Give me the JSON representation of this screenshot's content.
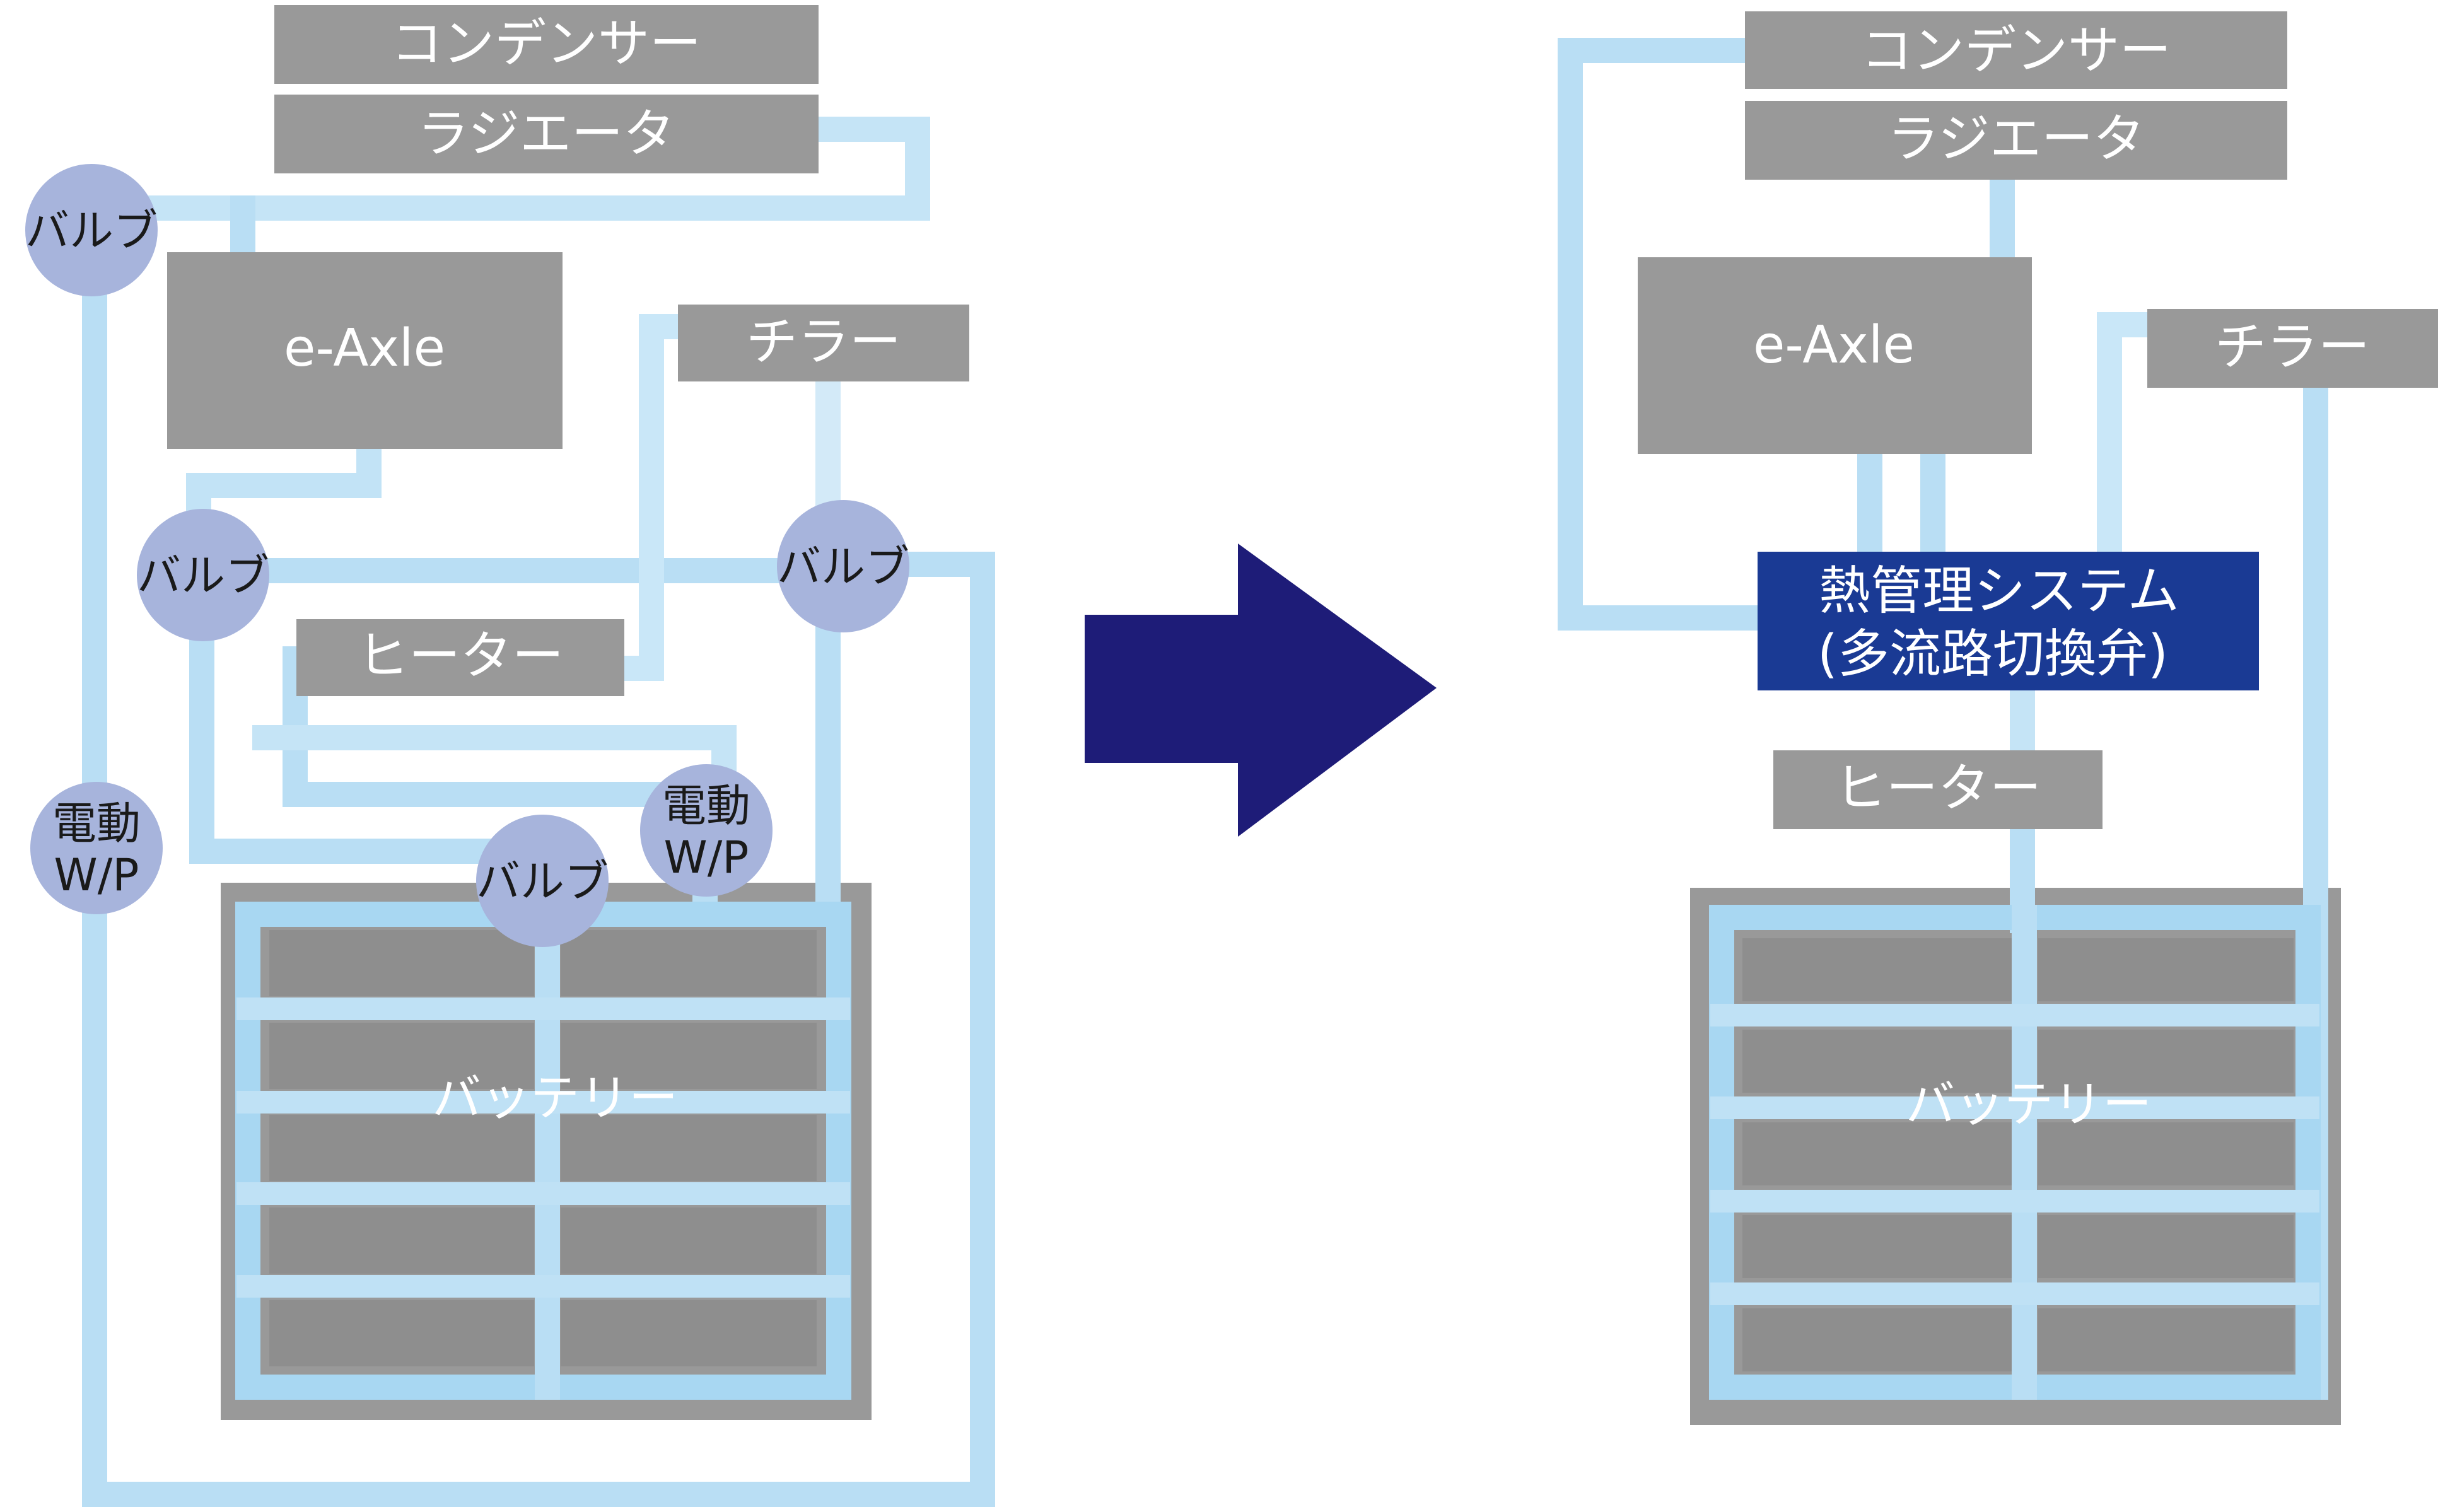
{
  "colors": {
    "pipe": "#b9def4",
    "pipe_accent": "#8fccef",
    "component": "#999999",
    "valve": "#a7b4dc",
    "arrow": "#1e1c78",
    "system_box": "#1a3a94",
    "battery_cell": "#8e8e8e",
    "background": "#ffffff"
  },
  "before": {
    "condenser": "コンデンサー",
    "radiator": "ラジエータ",
    "e_axle": "e-Axle",
    "chiller": "チラー",
    "heater": "ヒーター",
    "battery": "バッテリー",
    "valve_top_left": "バルブ",
    "valve_mid_left": "バルブ",
    "valve_right": "バルブ",
    "valve_bottom": "バルブ",
    "pump_left": {
      "line1": "電動",
      "line2": "W/P"
    },
    "pump_right": {
      "line1": "電動",
      "line2": "W/P"
    }
  },
  "transition_arrow": {
    "icon": "arrow-right-icon"
  },
  "after": {
    "condenser": "コンデンサー",
    "radiator": "ラジエータ",
    "e_axle": "e-Axle",
    "chiller": "チラー",
    "thermal_system": {
      "line1": "熱管理システム",
      "line2": "(多流路切換弁)"
    },
    "heater": "ヒーター",
    "battery": "バッテリー"
  }
}
